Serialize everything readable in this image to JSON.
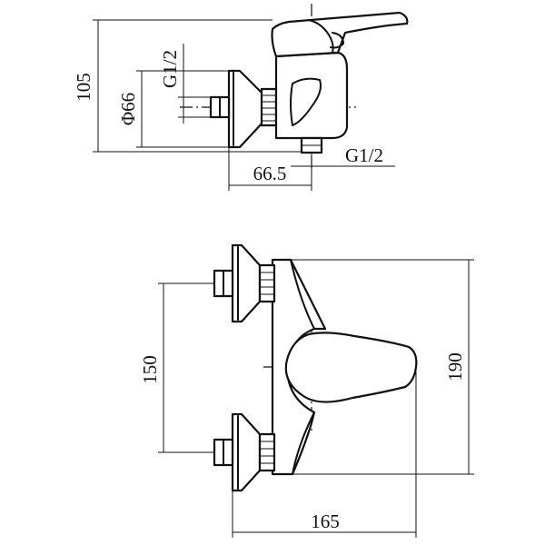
{
  "side_view": {
    "height_label": "105",
    "diameter_label": "Φ66",
    "thread_top_label": "G1/2",
    "thread_outlet_label": "G1/2",
    "depth_label": "66.5"
  },
  "front_view": {
    "centers_label": "150",
    "height_label": "190",
    "width_label": "165"
  }
}
